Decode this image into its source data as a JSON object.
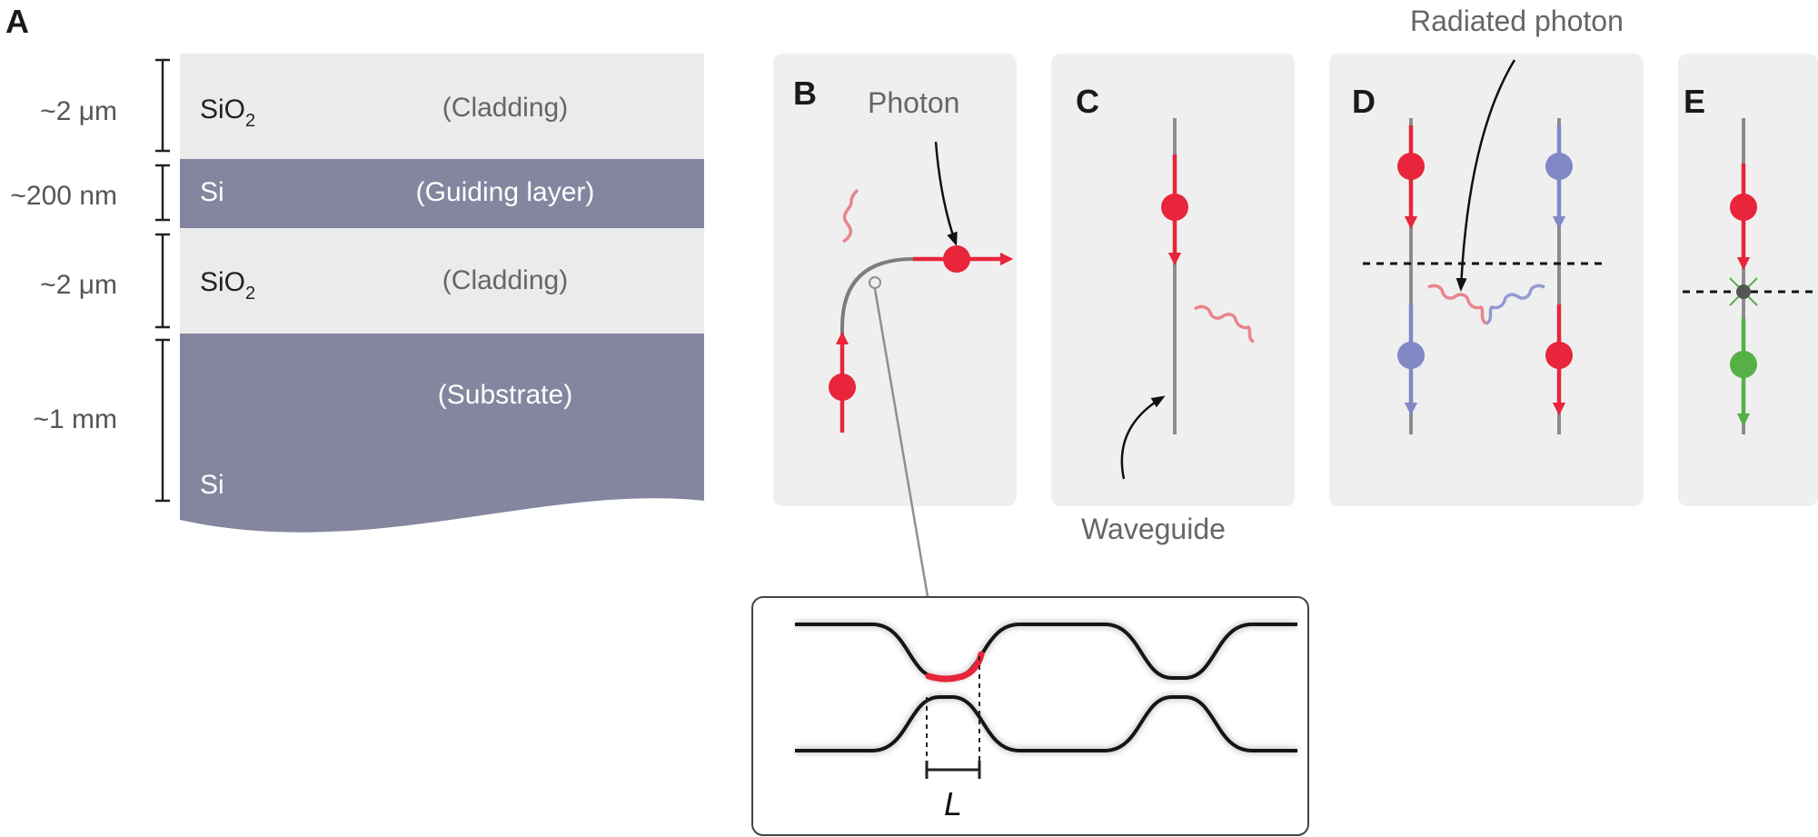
{
  "panel_a": {
    "letter": "A",
    "layers": [
      {
        "thickness": "~2 μm",
        "material_base": "SiO",
        "material_sub": "2",
        "role": "(Cladding)"
      },
      {
        "thickness": "~200 nm",
        "material_base": "Si",
        "material_sub": "",
        "role": "(Guiding layer)"
      },
      {
        "thickness": "~2 μm",
        "material_base": "SiO",
        "material_sub": "2",
        "role": "(Cladding)"
      },
      {
        "thickness": "~1 mm",
        "material_base": "Si",
        "material_sub": "",
        "role": "(Substrate)"
      }
    ]
  },
  "panel_b": {
    "letter": "B",
    "annotation": "Photon"
  },
  "panel_c": {
    "letter": "C",
    "annotation": "Waveguide"
  },
  "panel_d": {
    "letter": "D",
    "annotation": "Radiated photon"
  },
  "panel_e": {
    "letter": "E"
  },
  "inset": {
    "length_label": "L"
  },
  "colors": {
    "cladding": "#ebebeb",
    "silicon": "#84869f",
    "panel_bg": "#efefef",
    "red": "#e8253a",
    "blue": "#8088c6",
    "green": "#55b046",
    "waveguide": "#8c8c8c"
  }
}
